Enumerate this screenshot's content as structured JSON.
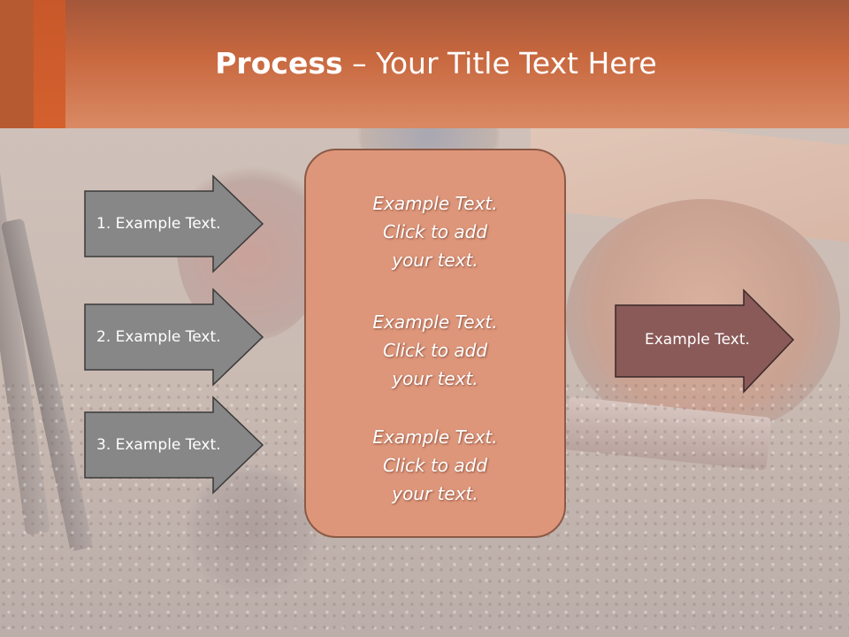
{
  "title": {
    "bold": "Process",
    "rest": " – Your Title Text Here"
  },
  "left_arrows": [
    {
      "label": "1. Example Text."
    },
    {
      "label": "2. Example Text."
    },
    {
      "label": "3. Example Text."
    }
  ],
  "center_items": [
    {
      "lines": [
        "Example Text.",
        "Click  to add",
        "your text."
      ]
    },
    {
      "lines": [
        "Example Text.",
        "Click  to add",
        "your text."
      ]
    },
    {
      "lines": [
        "Example Text.",
        "Click  to add",
        "your text."
      ]
    }
  ],
  "right_arrow": {
    "label": "Example Text."
  },
  "colors": {
    "header": "#c8683f",
    "left_arrow_fill": "#878787",
    "center_box_fill": "#de967a",
    "right_arrow_fill": "#8a5a58"
  }
}
